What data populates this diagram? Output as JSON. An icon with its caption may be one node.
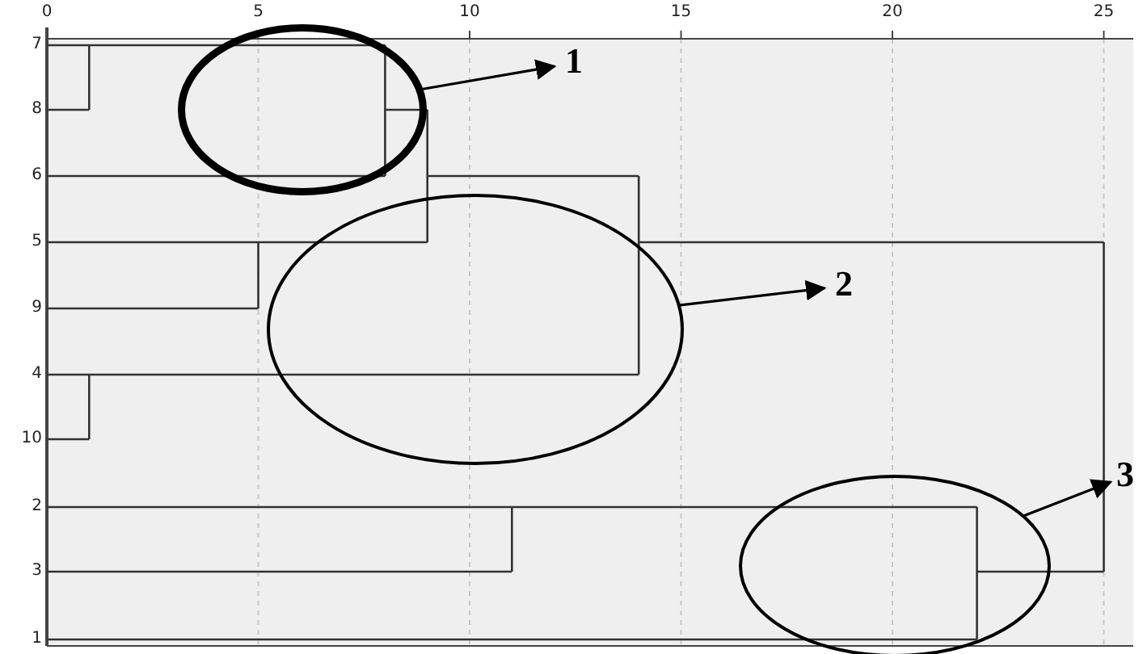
{
  "diagram": {
    "nodes": [
      {
        "text": [],
        "shape": "ellipse"
      },
      {
        "text": [
          "1"
        ]
      },
      {
        "text": [],
        "shape": "ellipse"
      },
      {
        "text": [
          "2"
        ]
      },
      {
        "text": [],
        "shape": "ellipse"
      },
      {
        "text": [
          "3"
        ]
      }
    ],
    "edges": [
      {
        "from": 0,
        "to": 1,
        "arrow": "to"
      },
      {
        "from": 2,
        "to": 3,
        "arrow": "to"
      },
      {
        "from": 4,
        "to": 5,
        "arrow": "to"
      }
    ],
    "labels": [
      "0",
      "5",
      "10",
      "15",
      "20",
      "25",
      "7",
      "8",
      "6",
      "5",
      "9",
      "4",
      "10",
      "2",
      "3",
      "1"
    ]
  }
}
